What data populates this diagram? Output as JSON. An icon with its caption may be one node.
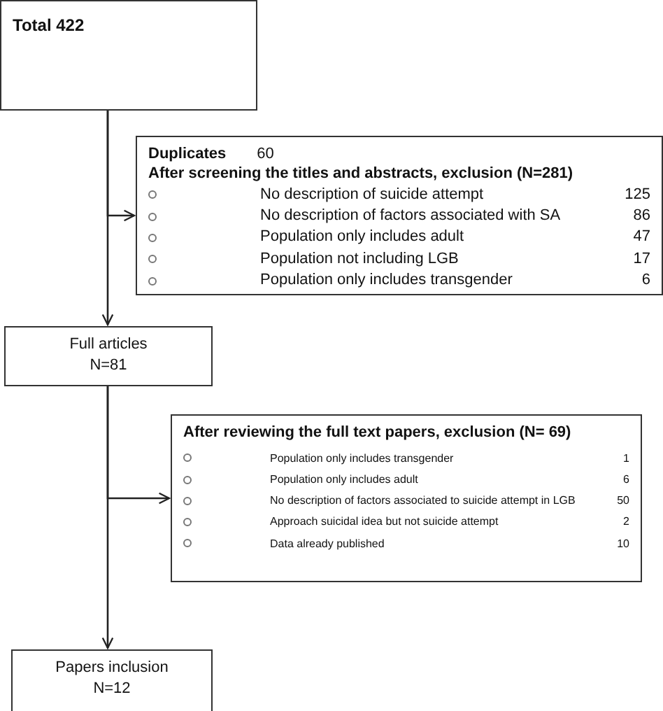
{
  "diagram": {
    "nodes": [
      {
        "text": [
          "Total 422"
        ]
      },
      {
        "text": [
          "Duplicates",
          "60",
          "After screening the titles and abstracts, exclusion (N=281)",
          "No description of suicide attempt",
          "125",
          "No description of factors associated with SA",
          "86",
          "Population only includes adult",
          "47",
          "Population not including LGB",
          "17",
          "Population only includes transgender",
          "6"
        ]
      },
      {
        "text": [
          "Full articles",
          "N=81"
        ]
      },
      {
        "text": [
          "After reviewing the full text papers, exclusion (N= 69)",
          "Population only includes transgender",
          "1",
          "Population only includes adult",
          "6",
          "No description of factors associated to suicide attempt in LGB",
          "50",
          "Approach suicidal idea but not suicide attempt",
          "2",
          "Data already published",
          "10"
        ]
      },
      {
        "text": [
          "Papers inclusion",
          "N=12"
        ]
      }
    ],
    "edges": [
      {
        "from": 0,
        "to": 1,
        "arrow": "to"
      },
      {
        "from": 0,
        "to": 2,
        "arrow": "to"
      },
      {
        "from": 2,
        "to": 3,
        "arrow": "to"
      },
      {
        "from": 2,
        "to": 4,
        "arrow": "to"
      }
    ]
  }
}
